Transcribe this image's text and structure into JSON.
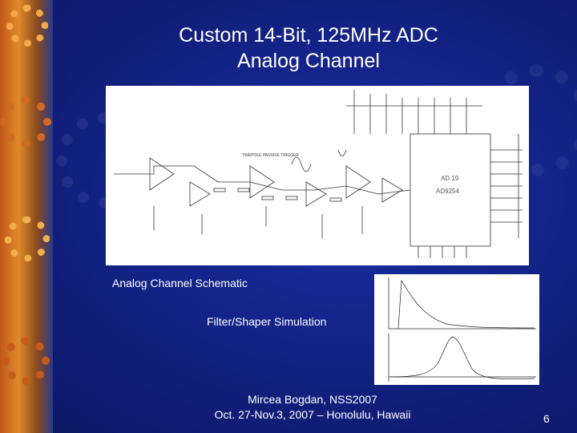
{
  "title": {
    "line1": "Custom 14-Bit, 125MHz ADC",
    "line2": "Analog Channel"
  },
  "captions": {
    "schematic": "Analog Channel Schematic",
    "simulation": "Filter/Shaper Simulation"
  },
  "schematic": {
    "sheet_label": "TWEPOLE PASSIVE TRIGGER",
    "chip_label_1": "AD 19",
    "chip_label_2": "AD9254"
  },
  "footer": {
    "line1": "Mircea Bogdan, NSS2007",
    "line2": "Oct. 27-Nov.3, 2007 – Honolulu, Hawaii"
  },
  "page_number": "6",
  "colors": {
    "background": "#12207f",
    "text": "#ffffff",
    "strip": "#e08a2a"
  }
}
